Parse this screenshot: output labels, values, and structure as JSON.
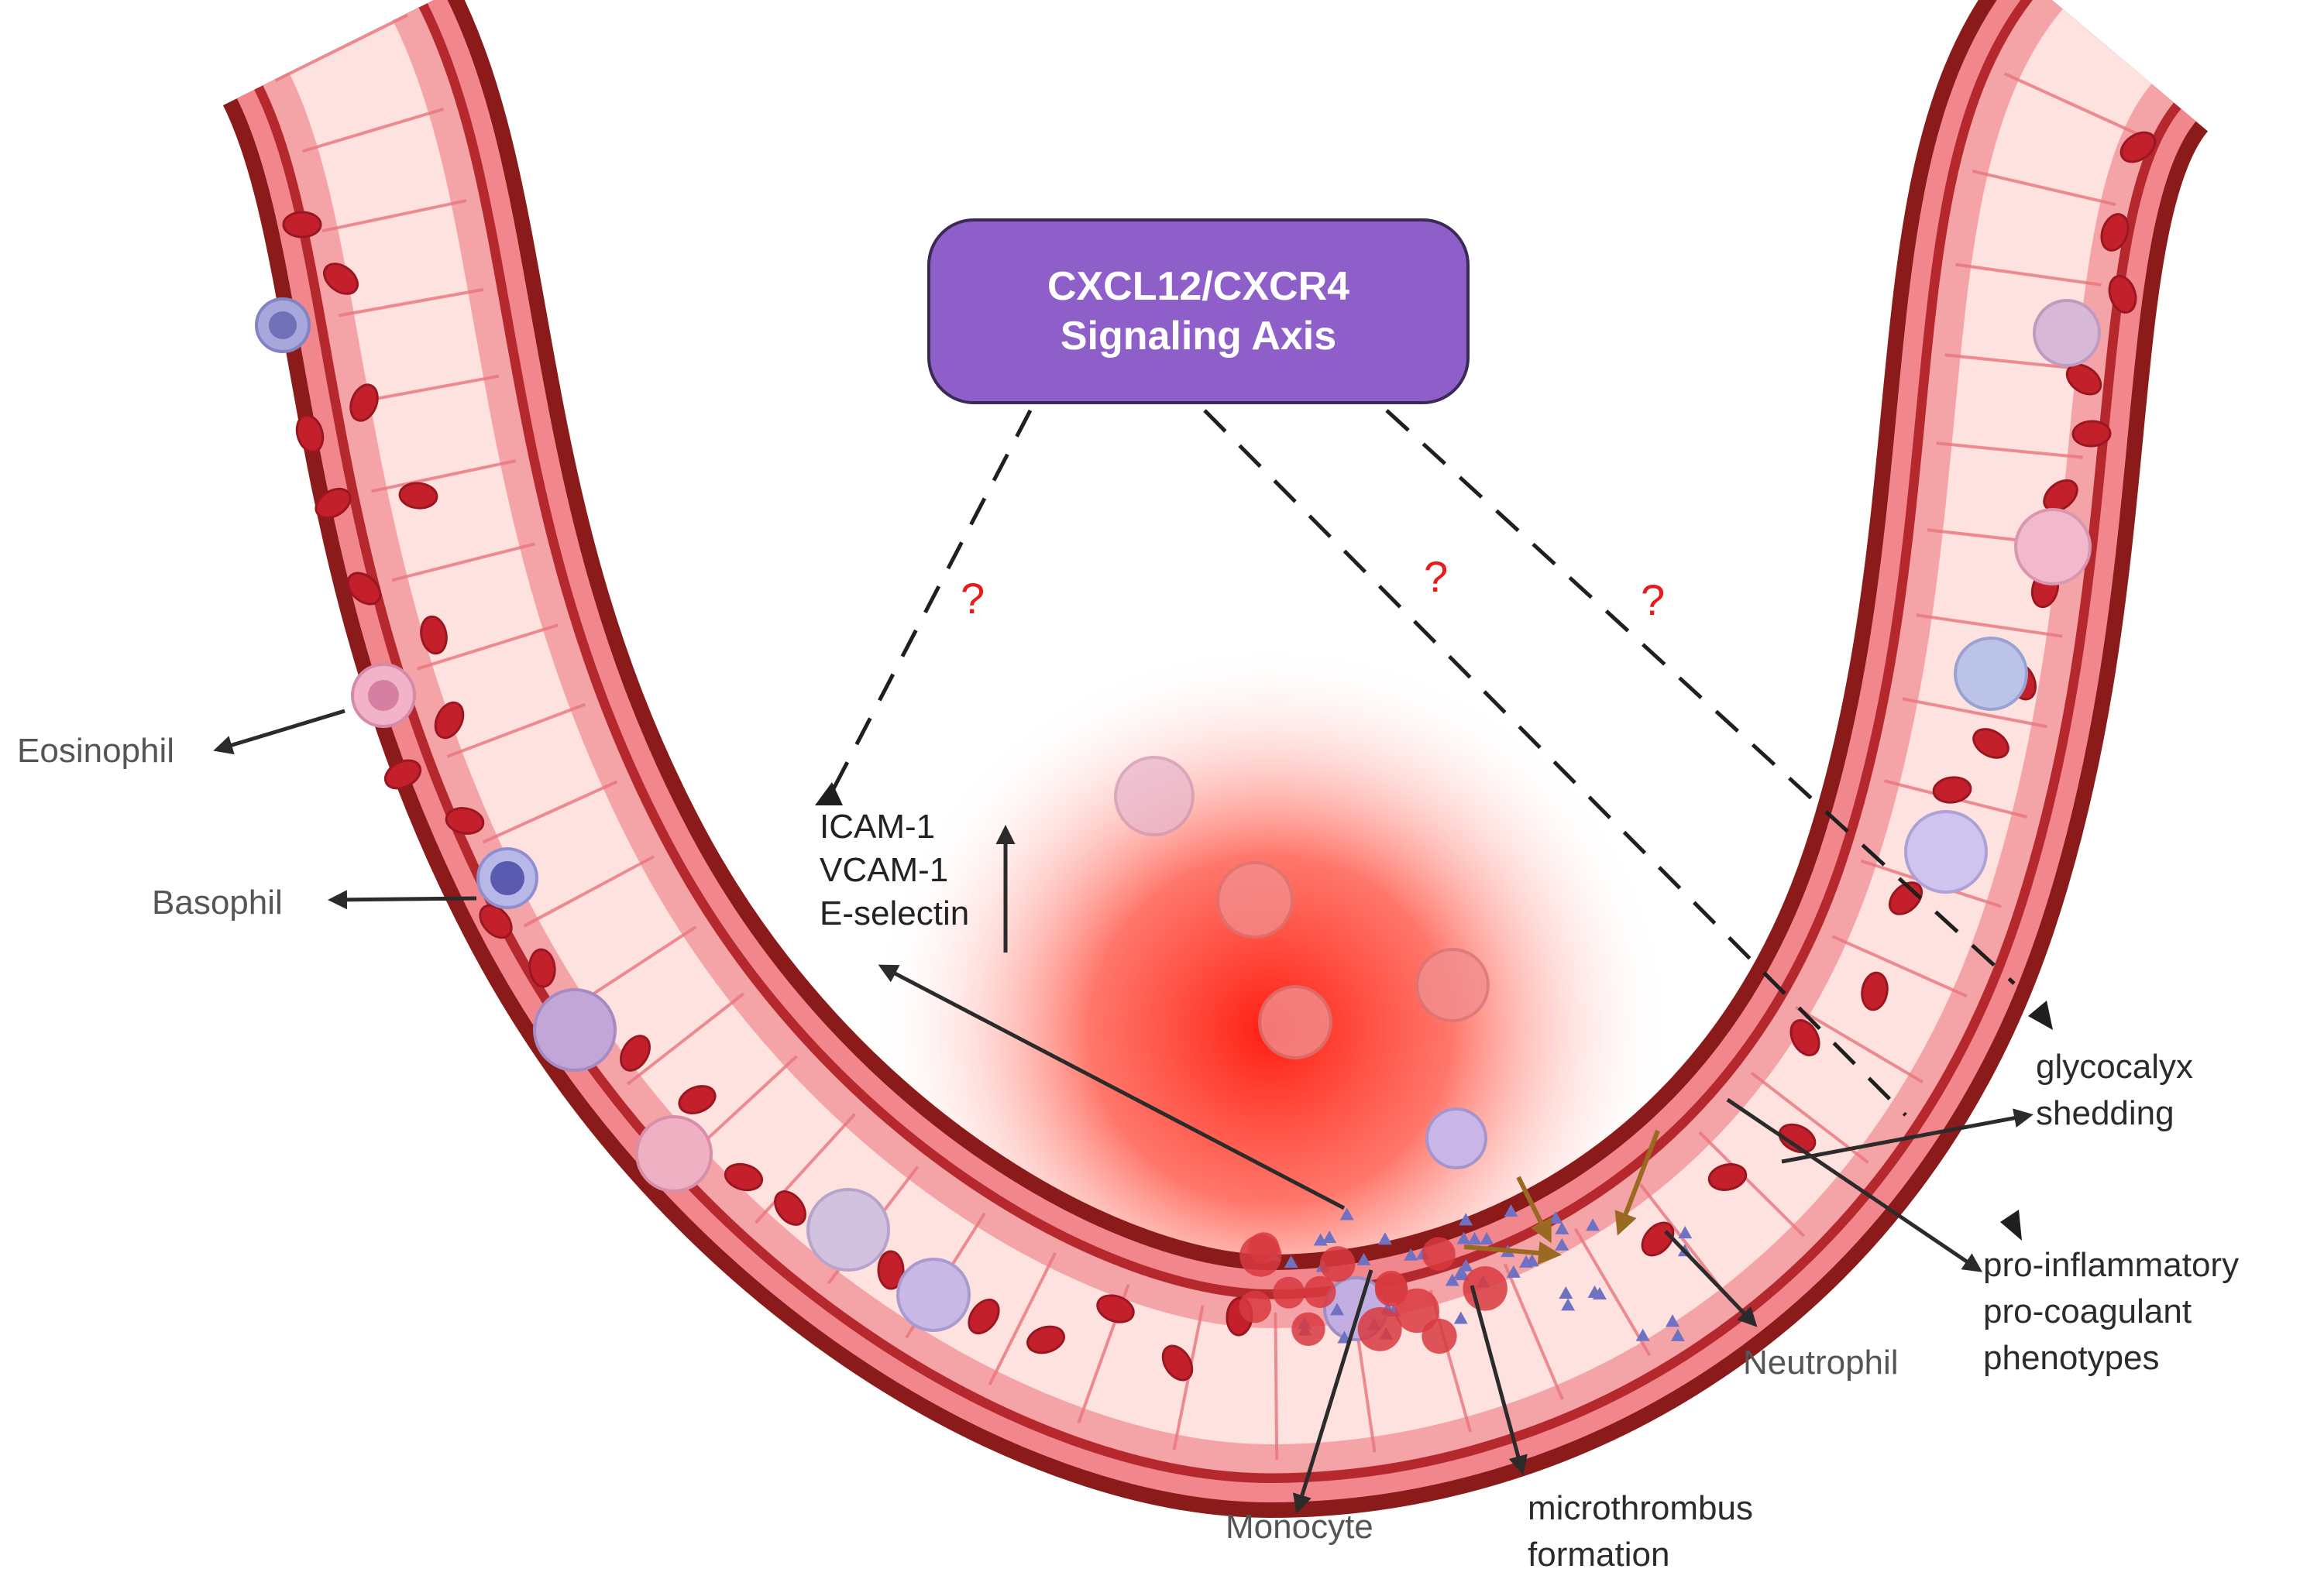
{
  "signaling_box": {
    "line1": "CXCL12/CXCR4",
    "line2": "Signaling Axis"
  },
  "question_marks": [
    "?",
    "?",
    "?"
  ],
  "markers": [
    "ICAM-1",
    "VCAM-1",
    "E-selectin"
  ],
  "labels": {
    "eosinophil": "Eosinophil",
    "basophil": "Basophil",
    "monocyte": "Monocyte",
    "microthrombus": [
      "microthrombus",
      "formation"
    ],
    "neutrophil": "Neutrophil",
    "glycocalyx": [
      "glycocalyx",
      "shedding"
    ],
    "phenotypes": [
      "pro-inflammatory",
      "pro-coagulant",
      "phenotypes"
    ]
  },
  "colors": {
    "vessel_outer": "#8b1a1a",
    "vessel_wall": "#f4a3a6",
    "lumen": "#fde2df",
    "rbc": "#c3202c",
    "signal_box": "#8e5fc9",
    "question": "#e81b1b",
    "inflammation": "#ff2a1a"
  }
}
